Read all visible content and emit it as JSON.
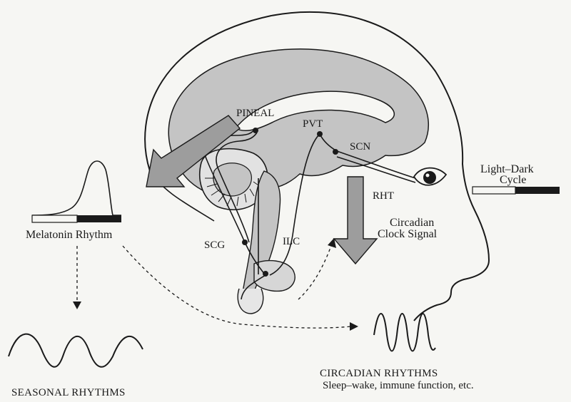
{
  "labels": {
    "pineal": "PINEAL",
    "pvt": "PVT",
    "scn": "SCN",
    "rht": "RHT",
    "scg": "SCG",
    "ilc": "ILC",
    "light_dark_line1": "Light–Dark",
    "light_dark_line2": "Cycle",
    "circadian_signal_line1": "Circadian",
    "circadian_signal_line2": "Clock Signal",
    "melatonin_rhythm": "Melatonin Rhythm",
    "seasonal_rhythms": "SEASONAL RHYTHMS",
    "circadian_rhythms": "CIRCADIAN RHYTHMS",
    "circadian_examples": "Sleep–wake, immune function, etc."
  },
  "colors": {
    "brain_fill": "#c4c4c4",
    "arrow_fill": "#9d9d9d",
    "ink": "#1a1a1a",
    "background": "#f6f6f3"
  }
}
